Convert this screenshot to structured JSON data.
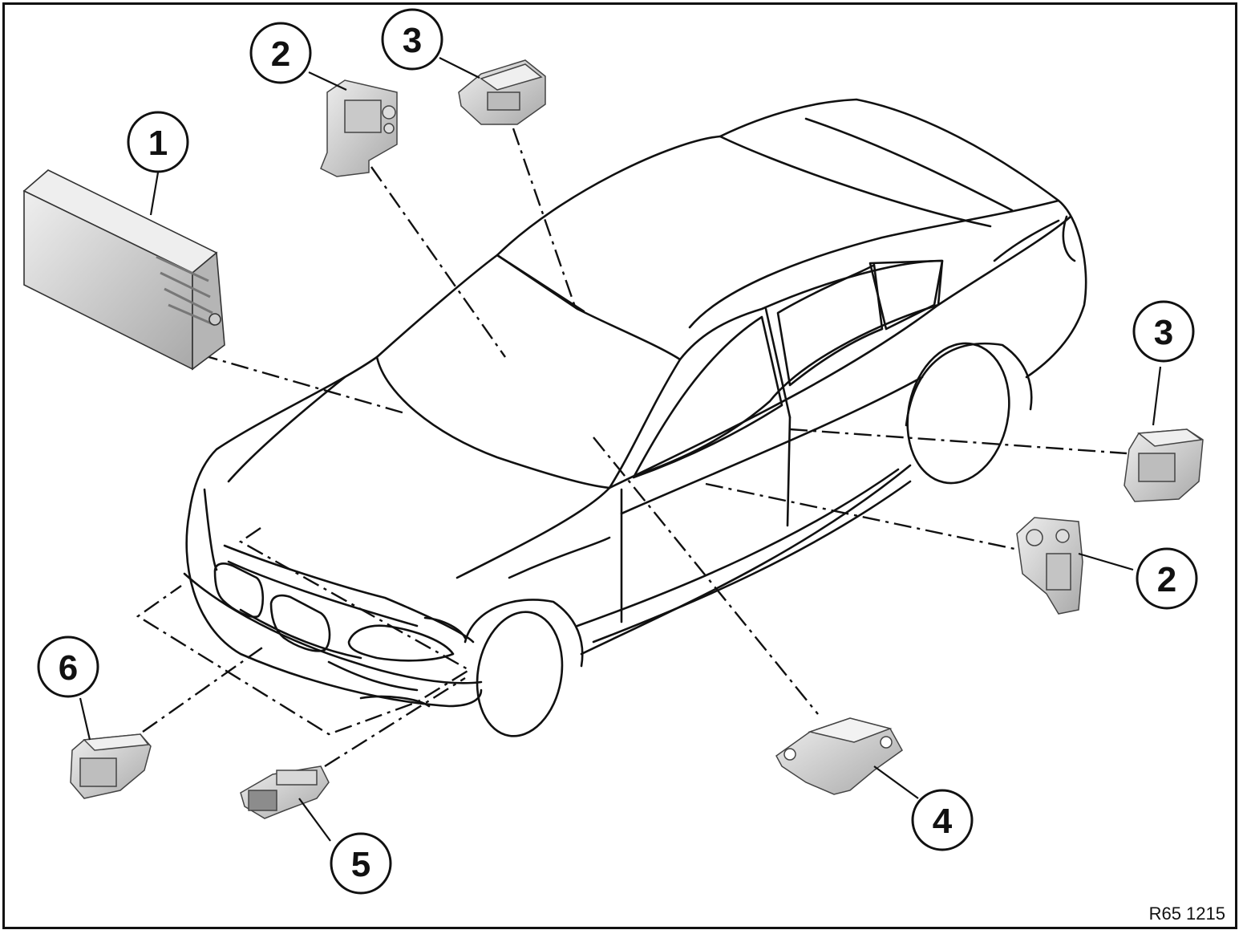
{
  "figure": {
    "reference_code": "R65 1215",
    "callouts": [
      {
        "id": "c1",
        "label": "1"
      },
      {
        "id": "c2a",
        "label": "2"
      },
      {
        "id": "c3a",
        "label": "3"
      },
      {
        "id": "c3b",
        "label": "3"
      },
      {
        "id": "c2b",
        "label": "2"
      },
      {
        "id": "c4",
        "label": "4"
      },
      {
        "id": "c5",
        "label": "5"
      },
      {
        "id": "c6",
        "label": "6"
      }
    ],
    "components": [
      {
        "callout": "1",
        "icon": "control-unit-icon"
      },
      {
        "callout": "2",
        "icon": "bracket-sensor-icon"
      },
      {
        "callout": "3",
        "icon": "satellite-sensor-icon"
      },
      {
        "callout": "4",
        "icon": "central-sensor-icon"
      },
      {
        "callout": "5",
        "icon": "bumper-sensor-icon"
      },
      {
        "callout": "6",
        "icon": "front-sensor-icon"
      }
    ],
    "colors": {
      "line": "#111111",
      "part_fill": "#d4d4d4",
      "part_shade": "#aaaaaa",
      "background": "#ffffff"
    }
  }
}
